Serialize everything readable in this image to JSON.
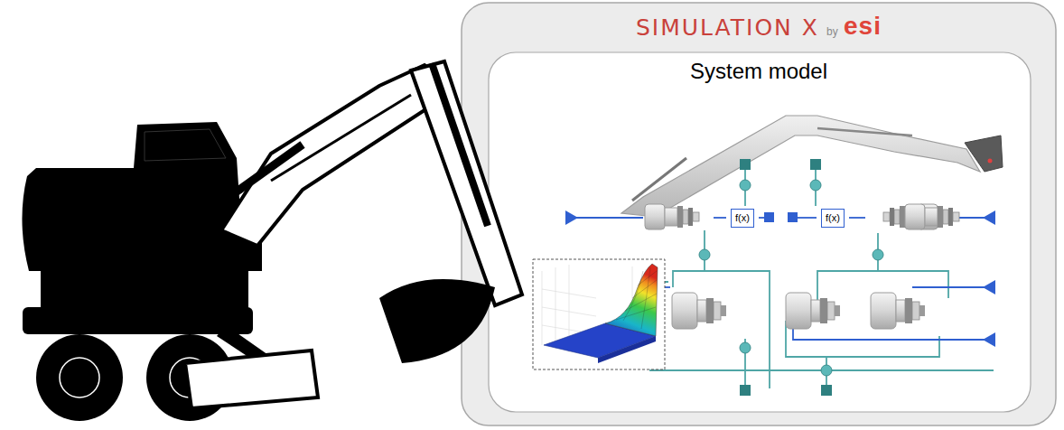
{
  "diagram": {
    "nodes": [
      {
        "text": [
          "System model"
        ]
      },
      {
        "text": [
          "f(x)"
        ],
        "in": 0
      },
      {
        "text": [
          "f(x)"
        ],
        "in": 0
      }
    ],
    "labels": [
      "SIMULATION X",
      "by",
      "esi"
    ]
  }
}
